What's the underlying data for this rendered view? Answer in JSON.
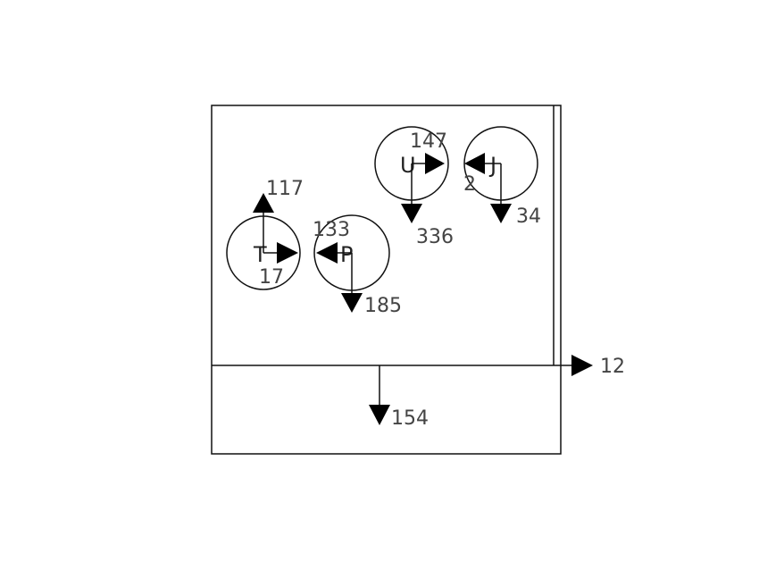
{
  "nodes": [
    {
      "id": "T",
      "label": "T",
      "values": [
        "117",
        "17"
      ]
    },
    {
      "id": "P",
      "label": "P",
      "values": [
        "133",
        "185"
      ]
    },
    {
      "id": "U",
      "label": "U",
      "values": [
        "147",
        "336"
      ]
    },
    {
      "id": "J",
      "label": "J",
      "values": [
        "2",
        "34"
      ]
    }
  ],
  "frame": {
    "right_value": "12",
    "bottom_value": "154"
  }
}
